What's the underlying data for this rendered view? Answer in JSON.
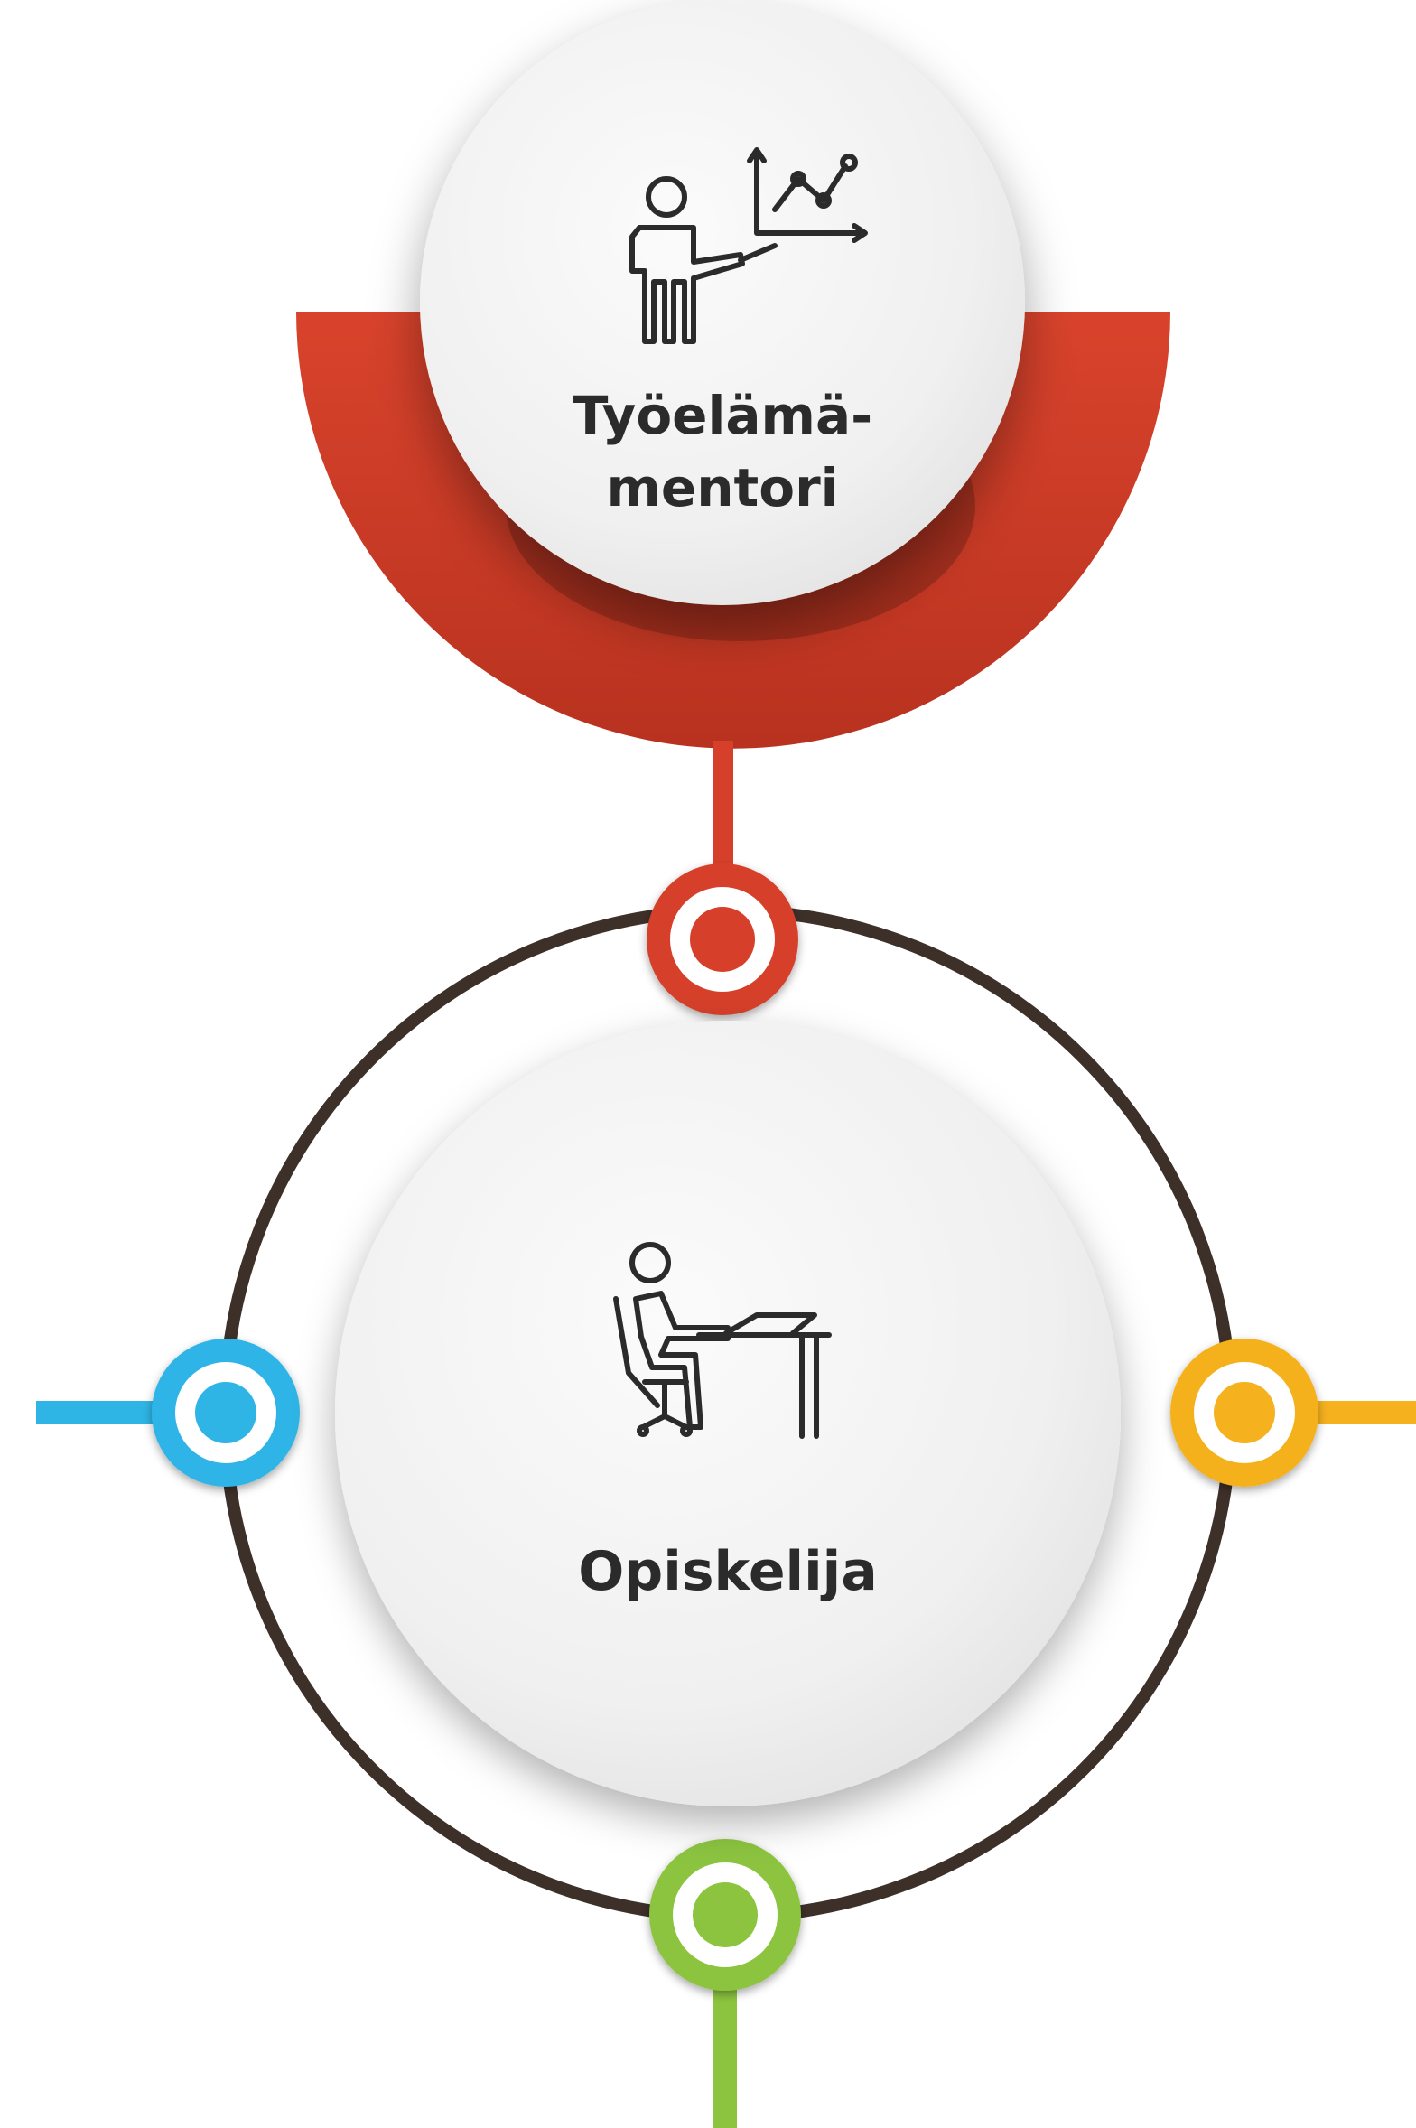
{
  "nodes": {
    "mentor": {
      "label_line1": "Työelämä-",
      "label_line2": "mentori",
      "icon": "presenter-with-chart-icon"
    },
    "student": {
      "label": "Opiskelija",
      "icon": "student-at-desk-icon"
    }
  },
  "colors": {
    "mentor_accent": "#d6402b",
    "ring": "#3d3029",
    "blue_connector": "#2fb4e6",
    "orange_connector": "#f5b11e",
    "green_connector": "#8cc43f",
    "node_face": "#f2f2f2",
    "icon_stroke": "#2b2b2b",
    "text": "#2b2b2b"
  },
  "connectors": [
    {
      "name": "mentor-connector",
      "icon": "red-ring-node-icon"
    },
    {
      "name": "blue-connector",
      "icon": "blue-ring-node-icon"
    },
    {
      "name": "orange-connector",
      "icon": "orange-ring-node-icon"
    },
    {
      "name": "green-connector",
      "icon": "green-ring-node-icon"
    }
  ]
}
